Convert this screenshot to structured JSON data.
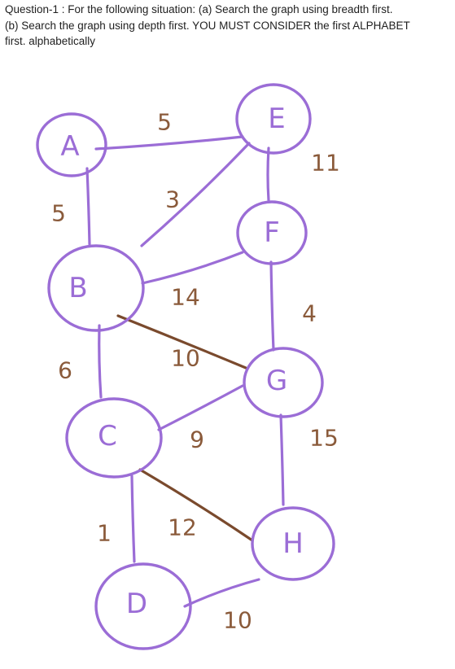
{
  "question": {
    "line1": "Question-1 : For the following situation: (a) Search the graph using breadth first.",
    "line2": "(b) Search the graph using depth first. YOU MUST CONSIDER the first ALPHABET",
    "line3": "first. alphabetically"
  },
  "graph": {
    "nodes": [
      {
        "id": "A",
        "label": "A"
      },
      {
        "id": "E",
        "label": "E"
      },
      {
        "id": "B",
        "label": "B"
      },
      {
        "id": "F",
        "label": "F"
      },
      {
        "id": "G",
        "label": "G"
      },
      {
        "id": "C",
        "label": "C"
      },
      {
        "id": "H",
        "label": "H"
      },
      {
        "id": "D",
        "label": "D"
      }
    ],
    "edges": [
      {
        "from": "A",
        "to": "E",
        "weight": "5"
      },
      {
        "from": "A",
        "to": "B",
        "weight": "5"
      },
      {
        "from": "B",
        "to": "E",
        "weight": "3"
      },
      {
        "from": "E",
        "to": "F",
        "weight": "11"
      },
      {
        "from": "B",
        "to": "F",
        "weight": "14"
      },
      {
        "from": "B",
        "to": "G",
        "weight": "10"
      },
      {
        "from": "F",
        "to": "G",
        "weight": "4"
      },
      {
        "from": "B",
        "to": "C",
        "weight": "6"
      },
      {
        "from": "C",
        "to": "G",
        "weight": "9"
      },
      {
        "from": "G",
        "to": "H",
        "weight": "15"
      },
      {
        "from": "C",
        "to": "H",
        "weight": "12"
      },
      {
        "from": "C",
        "to": "D",
        "weight": "1"
      },
      {
        "from": "D",
        "to": "H",
        "weight": "10"
      }
    ],
    "colors": {
      "node": "#9b6dd6",
      "edge_alt": "#7a4a2d",
      "weight_text": "#8a5a3a"
    }
  }
}
